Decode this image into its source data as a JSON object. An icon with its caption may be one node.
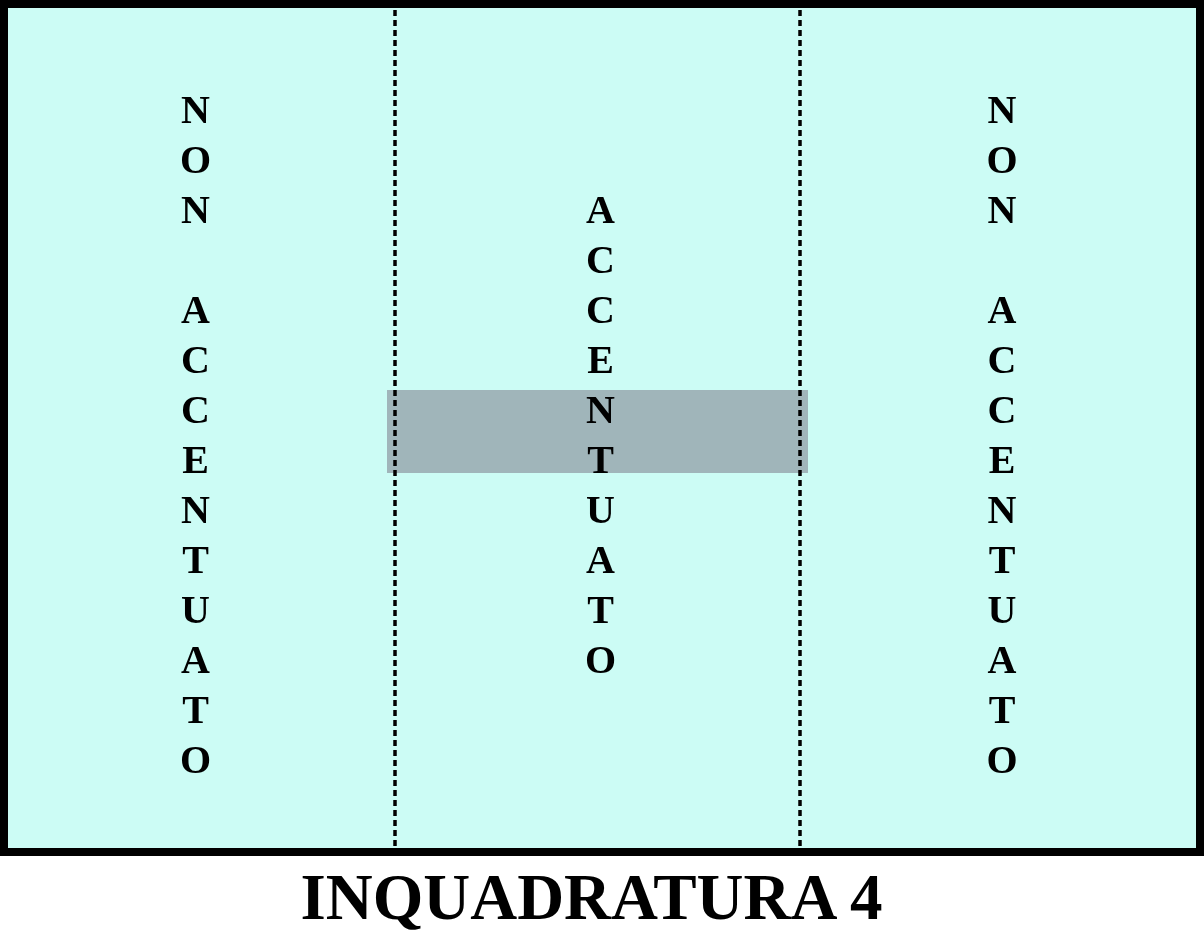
{
  "diagram": {
    "title": "INQUADRATURA 4",
    "nodes": [
      {
        "text": [
          "NON ACCENTUATO"
        ]
      },
      {
        "text": [
          "ACCENTUATO"
        ]
      },
      {
        "text": [
          "NON ACCENTUATO"
        ]
      }
    ]
  }
}
